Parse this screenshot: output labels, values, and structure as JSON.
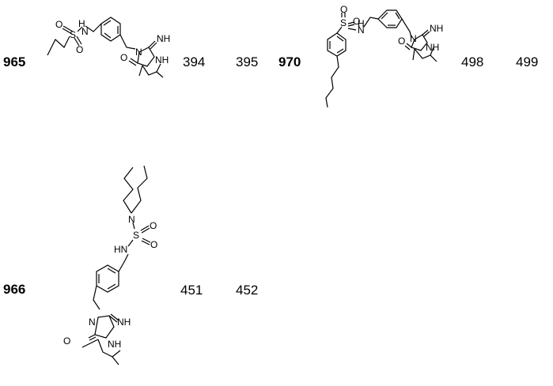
{
  "entries": [
    {
      "compound": "965",
      "value1": "394",
      "value2": "395",
      "atoms": {
        "o1": "O",
        "s": "S",
        "o2": "O",
        "nh": "H",
        "n_sulf": "N",
        "n_ring": "N",
        "nh_imine": "NH",
        "o_ring": "O",
        "nh_ring": "NH"
      }
    },
    {
      "compound": "970",
      "value1": "498",
      "value2": "499",
      "atoms": {
        "o1": "O",
        "s": "S",
        "o2": "O",
        "nh": "N",
        "h": "H",
        "n_ring": "N",
        "nh_imine": "NH",
        "o_ring": "O",
        "nh_ring": "NH"
      }
    },
    {
      "compound": "966",
      "value1": "451",
      "value2": "452",
      "atoms": {
        "n_amine": "N",
        "s": "S",
        "o1": "O",
        "o2": "O",
        "hn": "HN",
        "n_ring": "N",
        "nh_imine": "NH",
        "o_ring": "O",
        "nh_ring": "NH"
      }
    }
  ]
}
